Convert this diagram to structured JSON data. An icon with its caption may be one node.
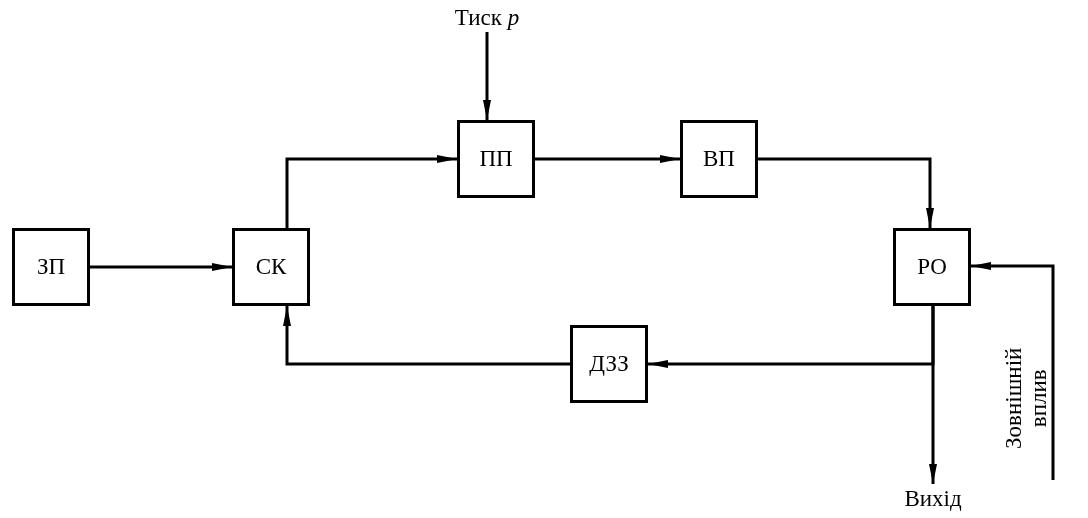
{
  "diagram": {
    "nodes": [
      {
        "text": [
          "ЗП"
        ]
      },
      {
        "text": [
          "СК"
        ]
      },
      {
        "text": [
          "ПП"
        ]
      },
      {
        "text": [
          "ВП"
        ]
      },
      {
        "text": [
          "РО"
        ]
      },
      {
        "text": [
          "ДЗЗ"
        ]
      },
      {
        "text": [
          "Тиск *p*"
        ]
      },
      {
        "text": [
          "Вихід"
        ]
      },
      {
        "text": [
          "Зовнішній вплив"
        ]
      }
    ],
    "edges": [
      {
        "from": 0,
        "to": 1,
        "arrow": "to"
      },
      {
        "from": 1,
        "to": 2,
        "arrow": "to"
      },
      {
        "from": 6,
        "to": 2,
        "arrow": "to"
      },
      {
        "from": 2,
        "to": 3,
        "arrow": "to"
      },
      {
        "from": 3,
        "to": 4,
        "arrow": "to"
      },
      {
        "from": 4,
        "to": 5,
        "arrow": "to"
      },
      {
        "from": 4,
        "to": 7,
        "arrow": "to"
      },
      {
        "from": 5,
        "to": 1,
        "arrow": "to"
      },
      {
        "from": 8,
        "to": 4,
        "arrow": "to"
      }
    ]
  }
}
